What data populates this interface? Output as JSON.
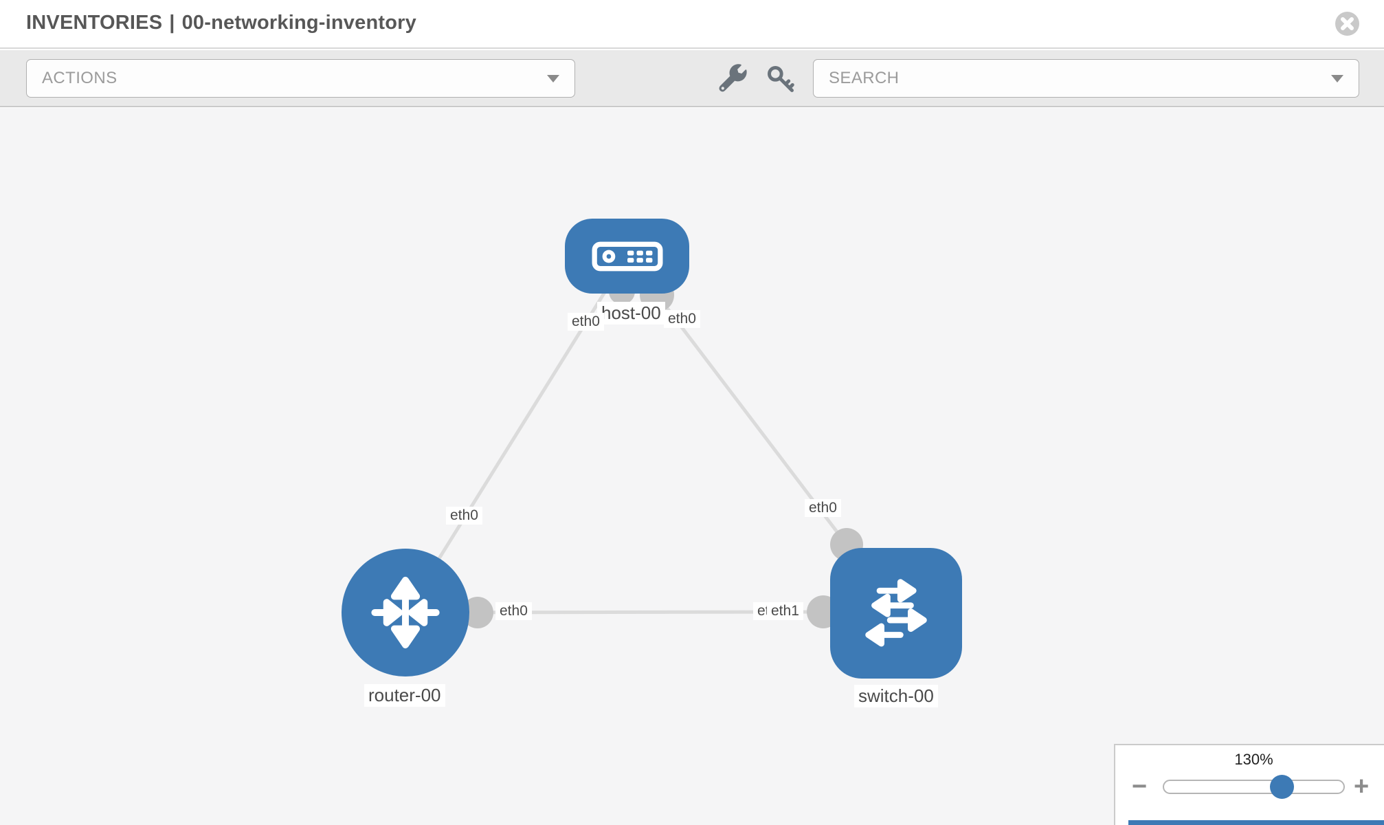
{
  "header": {
    "title_prefix": "INVENTORIES",
    "separator": "|",
    "title_name": "00-networking-inventory",
    "close_icon": "circle-x-icon"
  },
  "toolbar": {
    "actions_label": "ACTIONS",
    "search_placeholder": "SEARCH",
    "icons": [
      "wrench-icon",
      "key-icon"
    ]
  },
  "topology": {
    "nodes": [
      {
        "id": "host-00",
        "type": "host",
        "label": "host-00",
        "icon": "server-icon"
      },
      {
        "id": "router-00",
        "type": "router",
        "label": "router-00",
        "icon": "router-arrows-icon"
      },
      {
        "id": "switch-00",
        "type": "switch",
        "label": "switch-00",
        "icon": "switch-arrows-icon"
      }
    ],
    "links": [
      {
        "from": "host-00",
        "to": "router-00",
        "from_interface": "eth0",
        "to_interface": "eth0"
      },
      {
        "from": "host-00",
        "to": "switch-00",
        "from_interface": "eth0",
        "to_interface": "eth0"
      },
      {
        "from": "router-00",
        "to": "switch-00",
        "from_interface": "eth0",
        "to_interface": "eth1",
        "to_interface_overlapped": "eth0"
      }
    ]
  },
  "zoom_control": {
    "value": "130%",
    "minus": "−",
    "plus": "+"
  },
  "colors": {
    "node_blue": "#3d7ab5",
    "link_gray": "#dbdbdb",
    "dot_gray": "#c3c3c3",
    "canvas_bg": "#f5f5f6",
    "toolbar_bg": "#e9e9e9"
  }
}
